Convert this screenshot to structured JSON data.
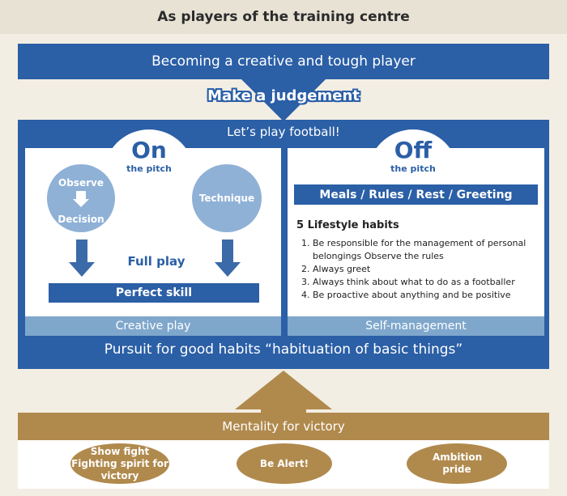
{
  "header": {
    "title": "As players of the training centre"
  },
  "banner": {
    "text": "Becoming a creative and tough player"
  },
  "judgement": {
    "text": "Make a judgement"
  },
  "main": {
    "title": "Let’s play football!",
    "on": {
      "big": "On",
      "small": "the pitch",
      "circle_left_top": "Observe",
      "circle_left_bottom": "Decision",
      "circle_right": "Technique",
      "full_play": "Full play",
      "perfect_skill": "Perfect skill",
      "footer": "Creative play"
    },
    "off": {
      "big": "Off",
      "small": "the pitch",
      "meals": "Meals / Rules / Rest / Greeting",
      "habits_title": "5 Lifestyle habits",
      "habits": [
        "Be responsible for the management of personal belongings Observe the rules",
        "Always greet",
        "Always think about what to do as a footballer",
        "Be proactive about anything and be positive"
      ],
      "footer": "Self-management"
    },
    "pursuit": "Pursuit for good habits “habituation of  basic things”"
  },
  "mentality": {
    "title": "Mentality for victory",
    "ovals": [
      "Show fight Fighting spirit for victory",
      "Be Alert!",
      "Ambition pride"
    ]
  },
  "colors": {
    "blue": "#2b5fa6",
    "light_blue": "#8fb1d6",
    "brown": "#b08a4d",
    "background": "#f3eee3"
  }
}
